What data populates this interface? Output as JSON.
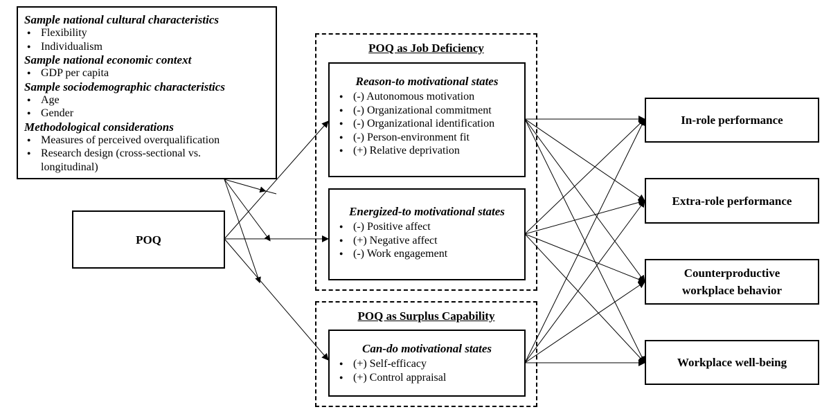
{
  "moderators": {
    "sections": [
      {
        "heading": "Sample national cultural characteristics",
        "items": [
          "Flexibility",
          "Individualism"
        ]
      },
      {
        "heading": "Sample national economic context",
        "items": [
          "GDP per capita"
        ]
      },
      {
        "heading": "Sample sociodemographic characteristics",
        "items": [
          "Age",
          "Gender"
        ]
      },
      {
        "heading": "Methodological considerations",
        "items": [
          "Measures of perceived overqualification",
          "Research design (cross-sectional vs.",
          "longitudinal)"
        ]
      }
    ]
  },
  "poq": {
    "label": "POQ"
  },
  "job_deficiency": {
    "title": "POQ as Job Deficiency",
    "reason": {
      "heading": "Reason-to motivational states",
      "items": [
        "(-) Autonomous motivation",
        "(-) Organizational commitment",
        "(-) Organizational identification",
        "(-) Person-environment fit",
        "(+) Relative deprivation"
      ]
    },
    "energized": {
      "heading": "Energized-to motivational states",
      "items": [
        "(-) Positive affect",
        "(+) Negative affect",
        "(-) Work engagement"
      ]
    }
  },
  "surplus_capability": {
    "title": "POQ as Surplus Capability",
    "cando": {
      "heading": "Can-do motivational states",
      "items": [
        "(+) Self-efficacy",
        "(+) Control appraisal"
      ]
    }
  },
  "outcomes": {
    "in_role": "In-role performance",
    "extra_role": "Extra-role performance",
    "counterproductive_line1": "Counterproductive",
    "counterproductive_line2": "workplace behavior",
    "wellbeing": "Workplace well-being"
  }
}
